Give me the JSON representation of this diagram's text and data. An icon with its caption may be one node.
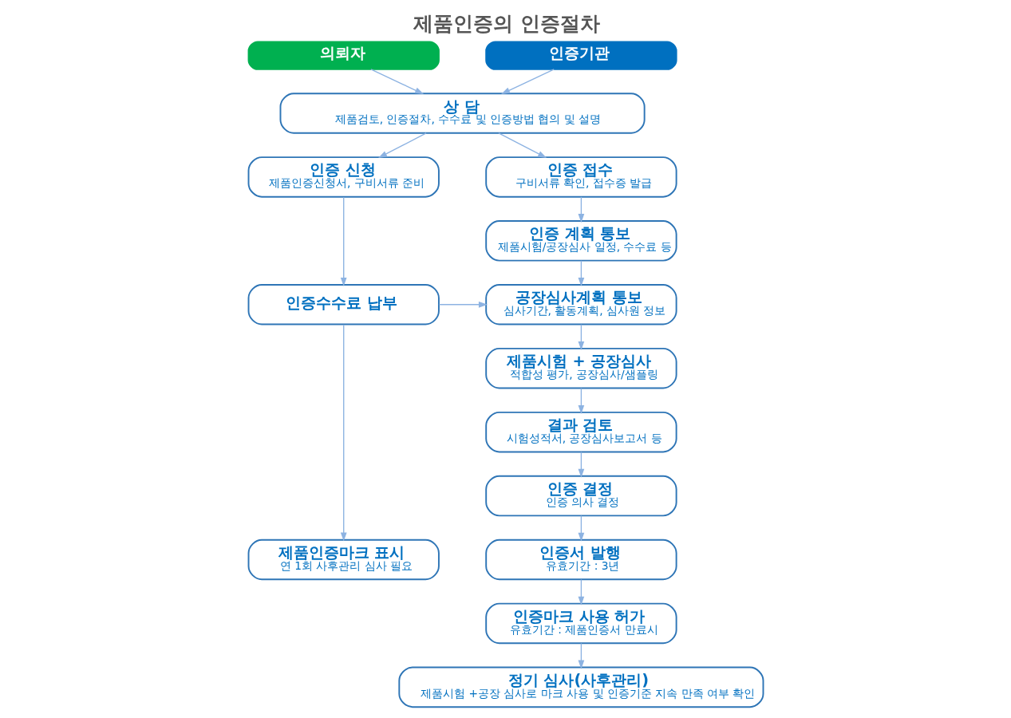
{
  "diagram": {
    "title": "제품인증의 인증절차",
    "nodes": [
      {
        "text": [
          "의뢰자"
        ]
      },
      {
        "text": [
          "인증기관"
        ]
      },
      {
        "text": [
          "상 담",
          "제품검토, 인증절차, 수수료 및 인증방법 협의 및 설명"
        ]
      },
      {
        "text": [
          "인증 신청",
          "제품인증신청서, 구비서류 준비"
        ]
      },
      {
        "text": [
          "인증 접수",
          "구비서류 확인, 접수증 발급"
        ]
      },
      {
        "text": [
          "인증 계획 통보",
          "제품시험/공장심사 일정, 수수료 등"
        ]
      },
      {
        "text": [
          "인증수수료 납부"
        ]
      },
      {
        "text": [
          "공장심사계획 통보",
          "심사기간, 활동계획, 심사원 정보"
        ]
      },
      {
        "text": [
          "제품시험 + 공장심사",
          "적합성 평가, 공장심사/샘플링"
        ]
      },
      {
        "text": [
          "결과 검토",
          "시험성적서, 공장심사보고서 등"
        ]
      },
      {
        "text": [
          "인증 결정",
          "인증 의사 결정"
        ]
      },
      {
        "text": [
          "제품인증마크 표시",
          "연 1회 사후관리 심사 필요"
        ]
      },
      {
        "text": [
          "인증서 발행",
          "유효기간 : 3년"
        ]
      },
      {
        "text": [
          "인증마크 사용 허가",
          "유효기간 : 제품인증서 만료시"
        ]
      },
      {
        "text": [
          "정기 심사(사후관리)",
          "제품시험 +공장 심사로 마크 사용 및 인증기준 지속 만족 여부 확인"
        ]
      }
    ],
    "edges": [
      {
        "from": 0,
        "to": 2,
        "arrow": "to"
      },
      {
        "from": 1,
        "to": 2,
        "arrow": "to"
      },
      {
        "from": 2,
        "to": 3,
        "arrow": "to"
      },
      {
        "from": 2,
        "to": 4,
        "arrow": "to"
      },
      {
        "from": 3,
        "to": 6,
        "arrow": "to"
      },
      {
        "from": 4,
        "to": 5,
        "arrow": "to"
      },
      {
        "from": 5,
        "to": 7,
        "arrow": "to"
      },
      {
        "from": 6,
        "to": 7,
        "arrow": "to"
      },
      {
        "from": 6,
        "to": 11,
        "arrow": "to"
      },
      {
        "from": 7,
        "to": 8,
        "arrow": "to"
      },
      {
        "from": 8,
        "to": 9,
        "arrow": "to"
      },
      {
        "from": 9,
        "to": 10,
        "arrow": "to"
      },
      {
        "from": 10,
        "to": 12,
        "arrow": "to"
      },
      {
        "from": 12,
        "to": 13,
        "arrow": "to"
      },
      {
        "from": 13,
        "to": 14,
        "arrow": "to"
      }
    ]
  }
}
